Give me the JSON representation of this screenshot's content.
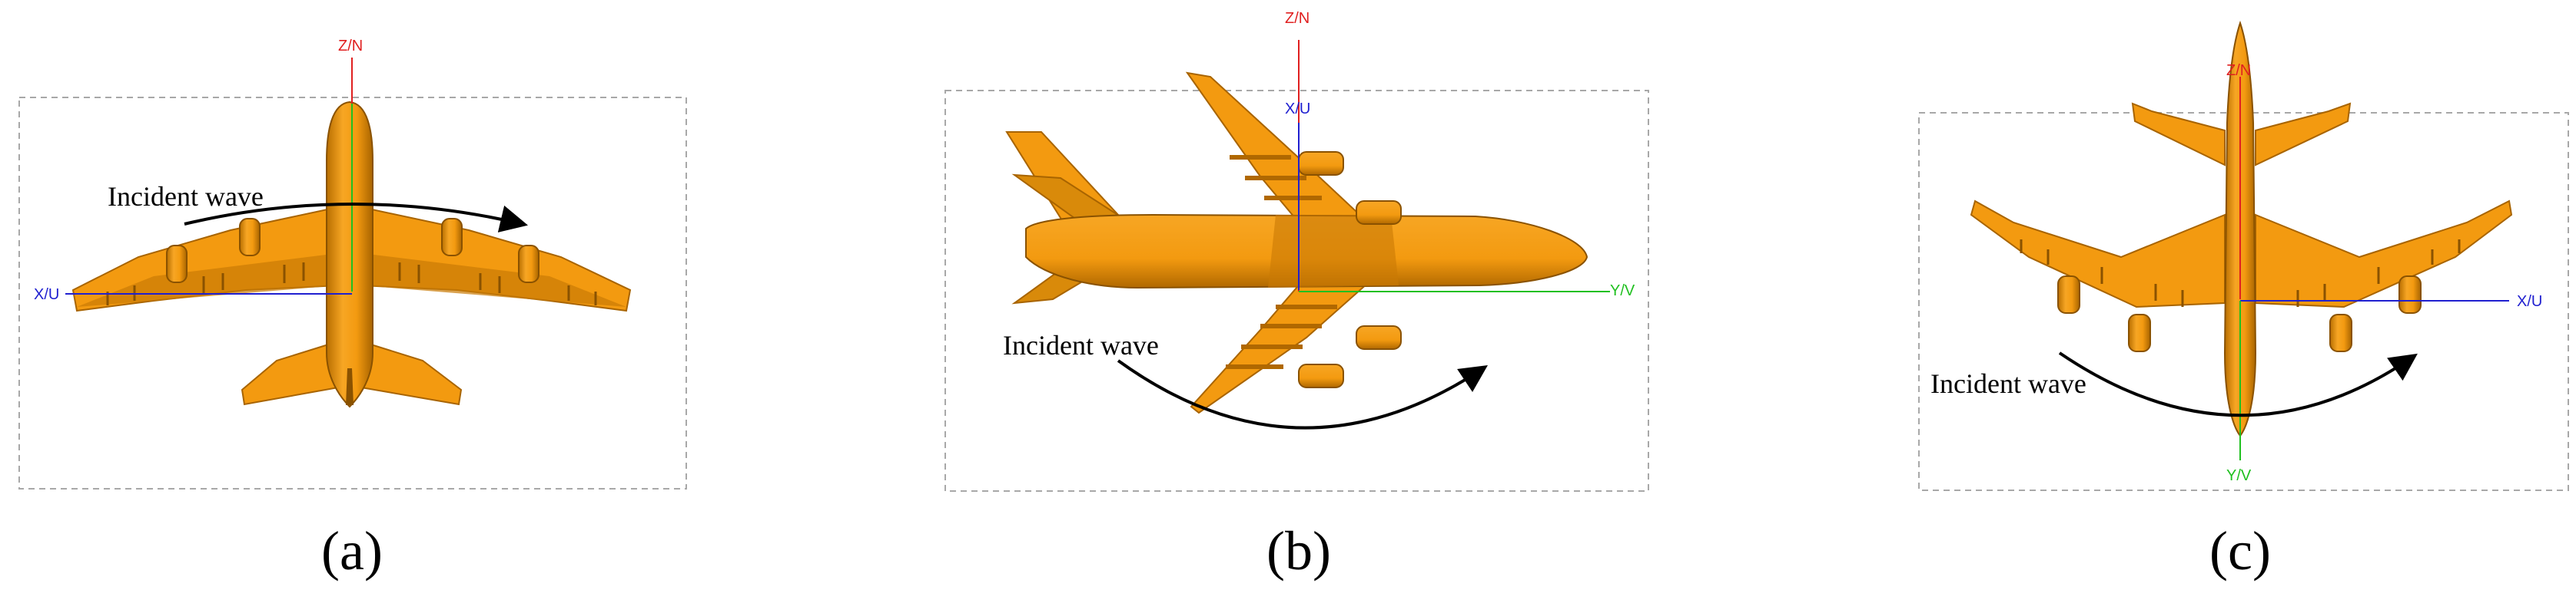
{
  "colors": {
    "aircraft": "#f39a10",
    "aircraft_shadow": "#b86e00",
    "aircraft_dark": "#8a5200",
    "axis_red": "#e02020",
    "axis_blue": "#2020d0",
    "axis_green": "#20c020",
    "frame": "#a8a8a8",
    "arrow": "#000000"
  },
  "panels": [
    {
      "caption": "(a)",
      "wave_label": "Incident wave",
      "axes": {
        "vertical": "Z/N",
        "horizontal": "X/U"
      }
    },
    {
      "caption": "(b)",
      "wave_label": "Incident wave",
      "axes": {
        "vertical": "Z/N",
        "inner": "X/U",
        "horizontal": "Y/V"
      }
    },
    {
      "caption": "(c)",
      "wave_label": "Incident wave",
      "axes": {
        "vertical": "Z/N",
        "horizontal": "X/U",
        "bottom": "Y/V"
      }
    }
  ]
}
